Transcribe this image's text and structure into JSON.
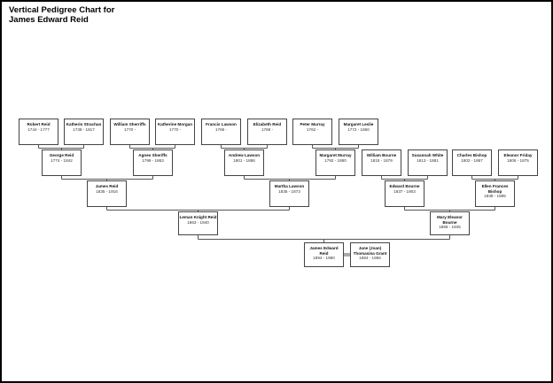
{
  "title_line1": "Vertical Pedigree Chart for",
  "title_line2": "James Edward Reid",
  "people": [
    {
      "name": "Robert Reid",
      "dates": "1744 - 1777"
    },
    {
      "name": "Katherin Strachan",
      "dates": "1738 - 1817"
    },
    {
      "name": "William Sherriffs",
      "dates": "1770 -"
    },
    {
      "name": "Katherine Morgan",
      "dates": "1770 -"
    },
    {
      "name": "Francis Lawson",
      "dates": "1766 -"
    },
    {
      "name": "Elizabeth Reid",
      "dates": "1768 -"
    },
    {
      "name": "Peter Murray",
      "dates": "1762 -"
    },
    {
      "name": "Margaret Leslie",
      "dates": "1772 - 1860"
    },
    {
      "name": "George Reid",
      "dates": "1774 - 1842"
    },
    {
      "name": "Agnes Sheriffs",
      "dates": "1799 - 1863"
    },
    {
      "name": "Andrew Lawson",
      "dates": "1801 - 1886"
    },
    {
      "name": "Margaret Murray",
      "dates": "1792 - 1880"
    },
    {
      "name": "William Bourne",
      "dates": "1815 - 1879"
    },
    {
      "name": "Susannah White",
      "dates": "1813 - 1881"
    },
    {
      "name": "Charles Bishop",
      "dates": "1802 - 1867"
    },
    {
      "name": "Eleanor Friday",
      "dates": "1806 - 1875"
    },
    {
      "name": "James Reid",
      "dates": "1835 - 1916"
    },
    {
      "name": "Martha Lawson",
      "dates": "1835 - 1873"
    },
    {
      "name": "Edward Bourne",
      "dates": "1837 - 1903"
    },
    {
      "name": "Ellen Frances Bishop",
      "dates": "1838 - 1885"
    },
    {
      "name": "Leman Knight Reid",
      "dates": "1863 - 1940"
    },
    {
      "name": "Mary Eleanor Bourne",
      "dates": "1868 - 1845"
    },
    {
      "name": "James Edward Reid",
      "dates": "1894 - 1980"
    },
    {
      "name": "Jane (Joan) Thomasina Grant",
      "dates": "1884 - 1956"
    }
  ],
  "relations": [
    {
      "parents": [
        0,
        1
      ],
      "child": 8
    },
    {
      "parents": [
        2,
        3
      ],
      "child": 9
    },
    {
      "parents": [
        4,
        5
      ],
      "child": 10
    },
    {
      "parents": [
        6,
        7
      ],
      "child": 11
    },
    {
      "parents": [
        12,
        13
      ],
      "child": 18
    },
    {
      "parents": [
        14,
        15
      ],
      "child": 19
    },
    {
      "parents": [
        8,
        9
      ],
      "child": 16
    },
    {
      "parents": [
        10,
        11
      ],
      "child": 17
    },
    {
      "parents": [
        16,
        17
      ],
      "child": 20
    },
    {
      "parents": [
        18,
        19
      ],
      "child": 21
    },
    {
      "parents": [
        20,
        21
      ],
      "child": 22
    }
  ],
  "spouses": [
    [
      22,
      23
    ]
  ]
}
